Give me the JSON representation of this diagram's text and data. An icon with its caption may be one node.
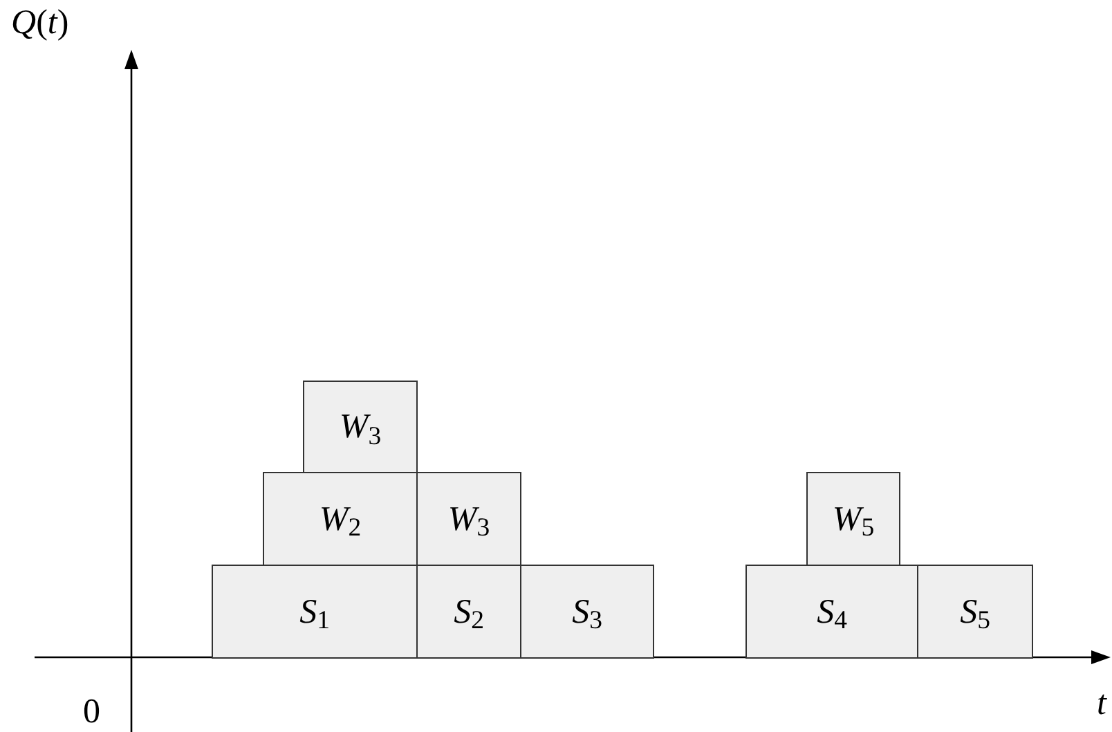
{
  "diagram": {
    "nodes": [
      {
        "text": [
          "*W*$_{3}$"
        ]
      },
      {
        "text": [
          "*W*$_{2}$"
        ]
      },
      {
        "text": [
          "*W*$_{3}$"
        ]
      },
      {
        "text": [
          "*S*$_{1}$"
        ]
      },
      {
        "text": [
          "*S*$_{2}$"
        ]
      },
      {
        "text": [
          "*S*$_{3}$"
        ]
      },
      {
        "text": [
          "*W*$_{5}$"
        ]
      },
      {
        "text": [
          "*S*$_{4}$"
        ]
      },
      {
        "text": [
          "*S*$_{5}$"
        ]
      }
    ],
    "labels": [
      "*Q*(*t*)",
      "*t*",
      "0"
    ]
  }
}
